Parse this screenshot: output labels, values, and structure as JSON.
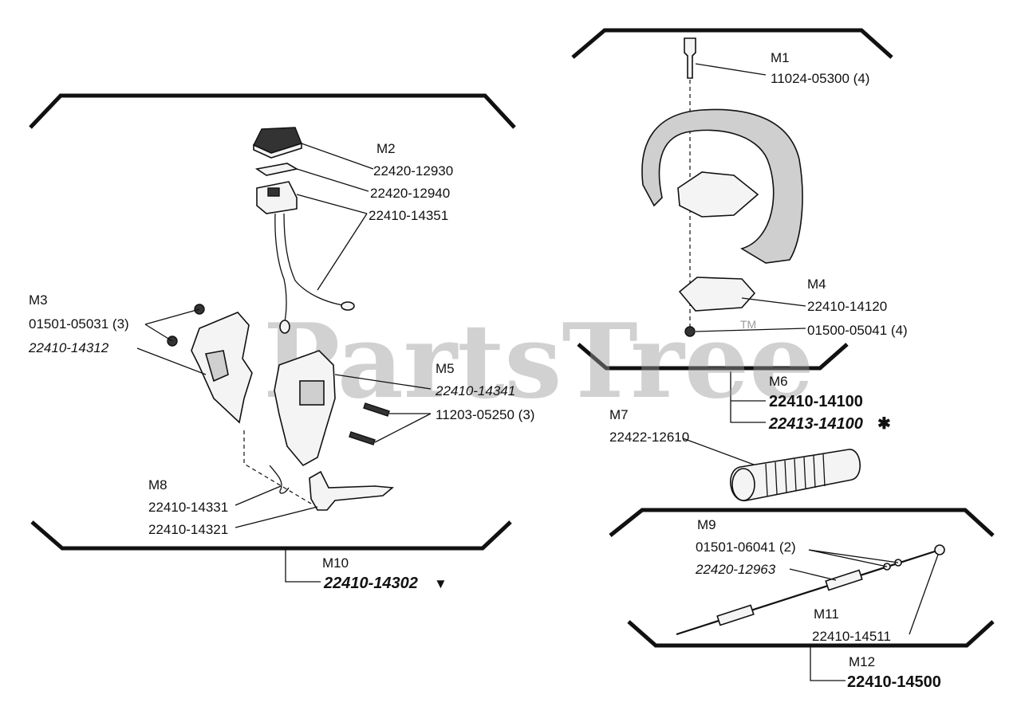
{
  "watermark": {
    "text": "PartsTree",
    "trademark": "TM"
  },
  "labels": {
    "m1_ref": "M1",
    "m1_part": "11024-05300 (4)",
    "m2_ref": "M2",
    "m2_part_a": "22420-12930",
    "m2_part_b": "22420-12940",
    "m2_part_c": "22410-14351",
    "m3_ref": "M3",
    "m3_part_a": "01501-05031 (3)",
    "m3_part_b": "22410-14312",
    "m4_ref": "M4",
    "m4_part_a": "22410-14120",
    "m4_part_b": "01500-05041 (4)",
    "m5_ref": "M5",
    "m5_part_a": "22410-14341",
    "m5_part_b": "11203-05250 (3)",
    "m6_ref": "M6",
    "m6_part_a": "22410-14100",
    "m6_part_b": "22413-14100",
    "m7_ref": "M7",
    "m7_part": "22422-12610",
    "m8_ref": "M8",
    "m8_part_a": "22410-14331",
    "m8_part_b": "22410-14321",
    "m9_ref": "M9",
    "m9_part_a": "01501-06041 (2)",
    "m9_part_b": "22420-12963",
    "m10_ref": "M10",
    "m10_part": "22410-14302",
    "m11_ref": "M11",
    "m11_part": "22410-14511",
    "m12_ref": "M12",
    "m12_part": "22410-14500"
  },
  "markers": {
    "asterisk": "✱",
    "triangle": "▼"
  }
}
